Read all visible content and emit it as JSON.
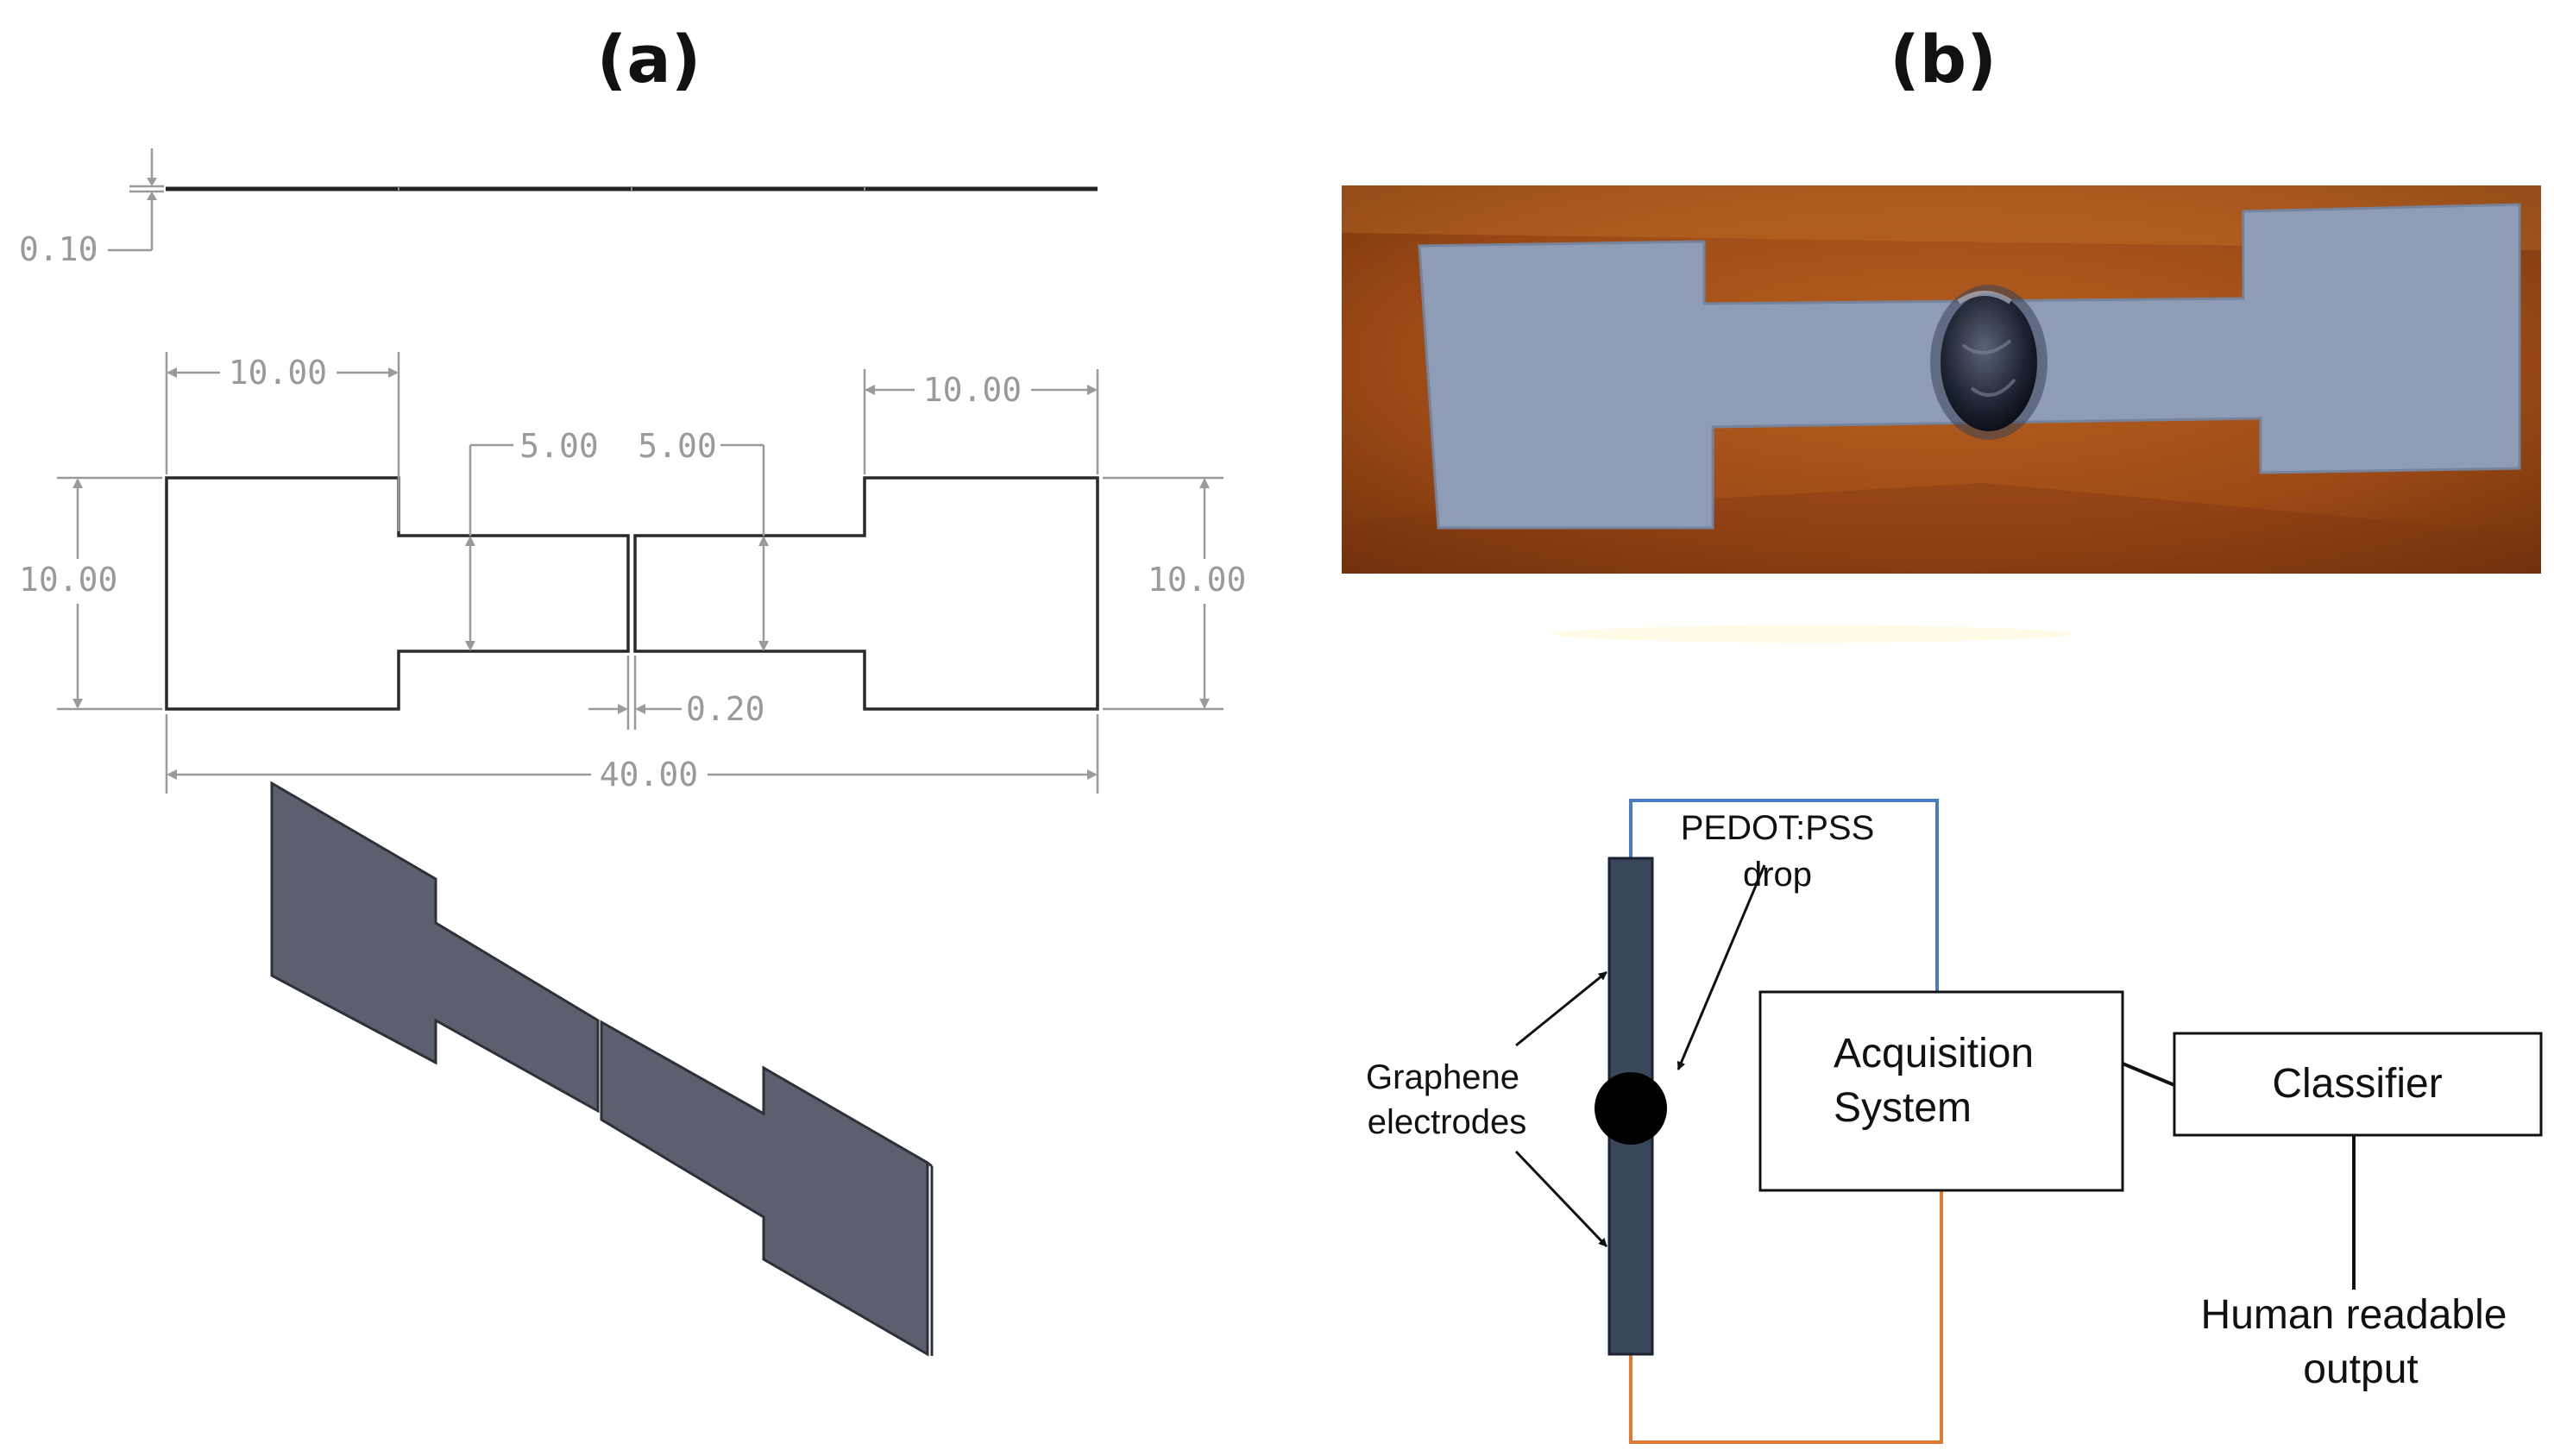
{
  "panels": {
    "a": "(a)",
    "b": "(b)"
  },
  "drawing": {
    "thickness": "0.10",
    "left_pad_width": "10.00",
    "right_pad_width": "10.00",
    "left_neck": "5.00",
    "right_neck": "5.00",
    "left_height": "10.00",
    "right_height": "10.00",
    "gap": "0.20",
    "total_length": "40.00"
  },
  "schematic": {
    "drop_label_line1": "PEDOT:PSS",
    "drop_label_line2": "drop",
    "electrodes_line1": "Graphene",
    "electrodes_line2": "electrodes",
    "acquisition_line1": "Acquisition",
    "acquisition_line2": "System",
    "classifier": "Classifier",
    "output_line1": "Human readable",
    "output_line2": "output"
  },
  "colors": {
    "part_fill": "#5c5f6e",
    "electrode_fill": "#3a465a",
    "wire_top": "#4a7cc0",
    "wire_bottom": "#e07b35",
    "photo_background": "#9c4a16",
    "sample_fill": "#8f9cb6"
  }
}
